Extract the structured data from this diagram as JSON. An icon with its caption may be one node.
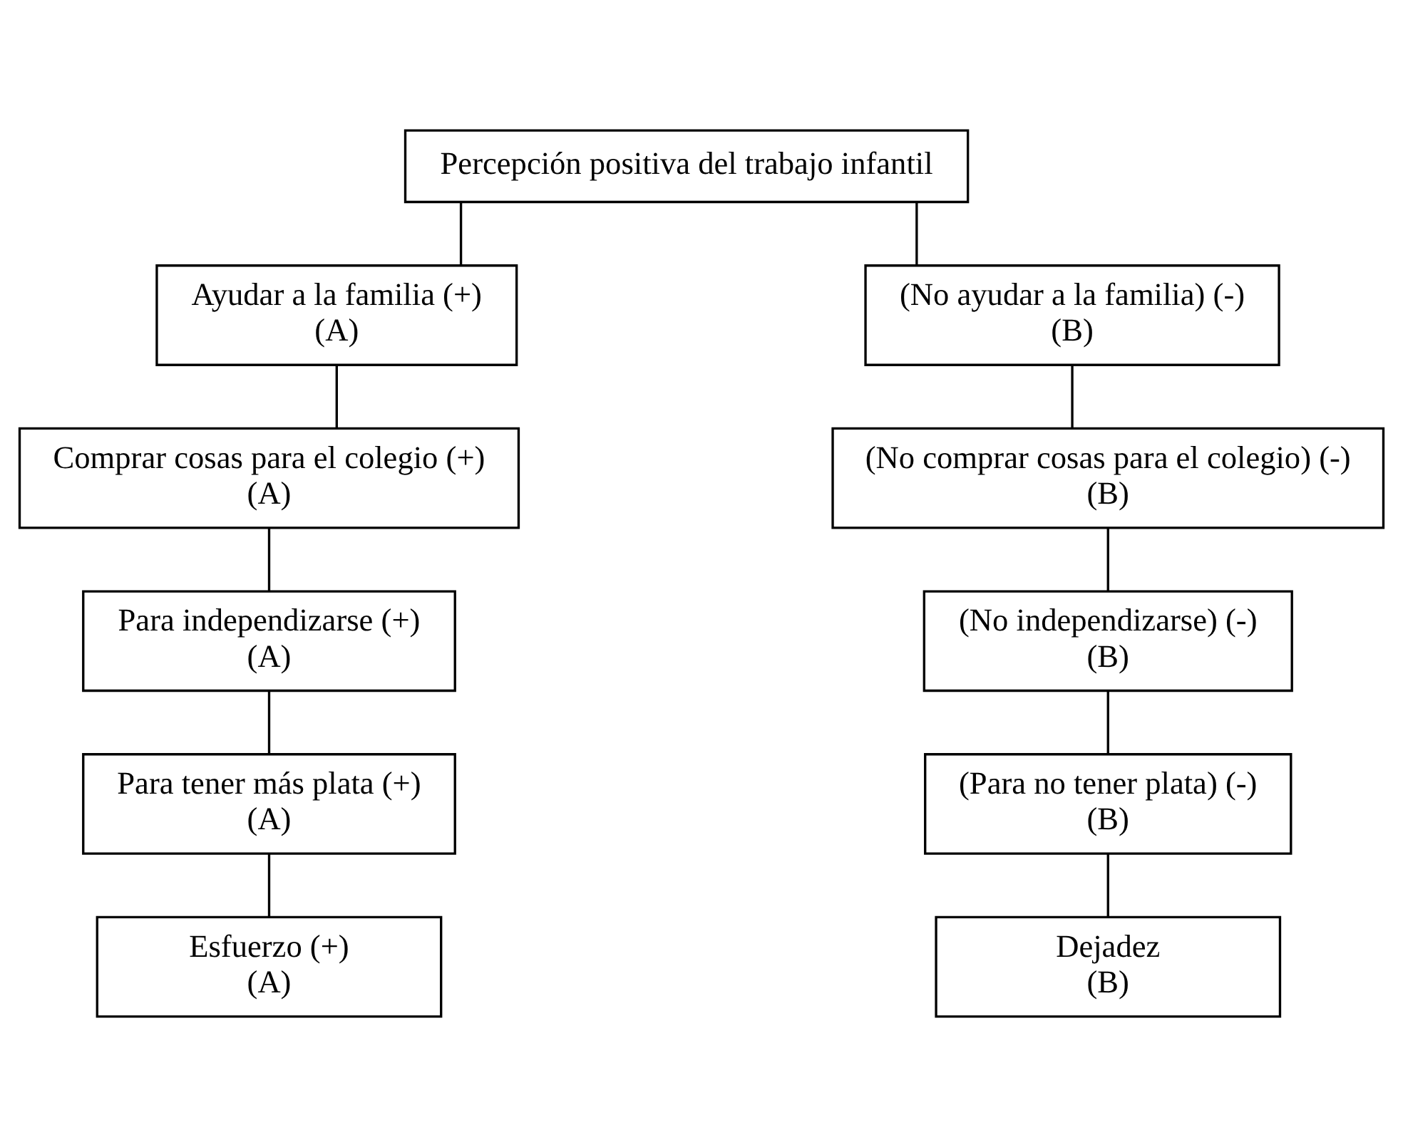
{
  "diagram": {
    "nodes": [
      {
        "text": [
          "Percepción positiva del trabajo infantil"
        ]
      },
      {
        "text": [
          "Ayudar a la familia (+)",
          "(A)"
        ]
      },
      {
        "text": [
          "(No ayudar a la familia) (-)",
          "(B)"
        ]
      },
      {
        "text": [
          "Comprar cosas para el colegio (+)",
          "(A)"
        ]
      },
      {
        "text": [
          "(No comprar cosas para el colegio) (-)",
          "(B)"
        ]
      },
      {
        "text": [
          "Para independizarse (+)",
          "(A)"
        ]
      },
      {
        "text": [
          "(No independizarse) (-)",
          "(B)"
        ]
      },
      {
        "text": [
          "Para tener más plata (+)",
          "(A)"
        ]
      },
      {
        "text": [
          "(Para no tener plata) (-)",
          "(B)"
        ]
      },
      {
        "text": [
          "Esfuerzo (+)",
          "(A)"
        ]
      },
      {
        "text": [
          "Dejadez",
          "(B)"
        ]
      }
    ],
    "edges": [
      {
        "from": 0,
        "to": 1,
        "arrow": "none"
      },
      {
        "from": 0,
        "to": 2,
        "arrow": "none"
      },
      {
        "from": 1,
        "to": 3,
        "arrow": "none"
      },
      {
        "from": 3,
        "to": 5,
        "arrow": "none"
      },
      {
        "from": 5,
        "to": 7,
        "arrow": "none"
      },
      {
        "from": 7,
        "to": 9,
        "arrow": "none"
      },
      {
        "from": 2,
        "to": 4,
        "arrow": "none"
      },
      {
        "from": 4,
        "to": 6,
        "arrow": "none"
      },
      {
        "from": 6,
        "to": 8,
        "arrow": "none"
      },
      {
        "from": 8,
        "to": 10,
        "arrow": "none"
      }
    ]
  }
}
